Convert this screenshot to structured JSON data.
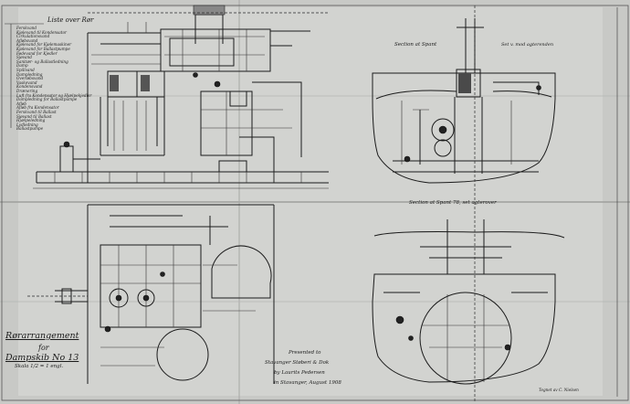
{
  "legend": {
    "title": "Liste over Rør",
    "items": [
      "Ferskvand",
      "Kjølevand til Kondensator",
      "Cirkulationsvand",
      "Afløbsvand",
      "Kjølevand for Kjølemaskiner",
      "Kjølevand for Ballastpumpe",
      "Fødevand for Kjedler",
      "Sjøvand",
      "Sanitær- og Ballastledning",
      "Damp",
      "Spillvand",
      "Dampledning",
      "Overløbsvand",
      "Vaskevand",
      "Kondensvand",
      "Drænering",
      "Luft fra Kondensator og Hjælpekjedler",
      "Dampledning for Ballastpumpe",
      "Afløb",
      "Afløb fra Kondensator",
      "Ferskvand til Ballast",
      "Sjøvand til Ballast",
      "Hjælpeledning",
      "Lydledning",
      "Ballastpumpe"
    ]
  },
  "title_block": {
    "line1": "Rørarrangement",
    "line2": "for",
    "line3": "Dampskib No 13",
    "scale": "Skala 1/2 = 1 engl."
  },
  "presented": {
    "line1": "Presented to",
    "line2": "Stavanger Støberi & Dok",
    "line3": "by Laurits Pedersen",
    "line4": "in Stavanger, August 1908"
  },
  "sections": {
    "top_left": "Section at Spant",
    "top_right": "Set v. mod agterenden",
    "bottom": "Section at Spant 78, set agterover"
  },
  "drawn_by": "Tegnet av C. Nielsen"
}
